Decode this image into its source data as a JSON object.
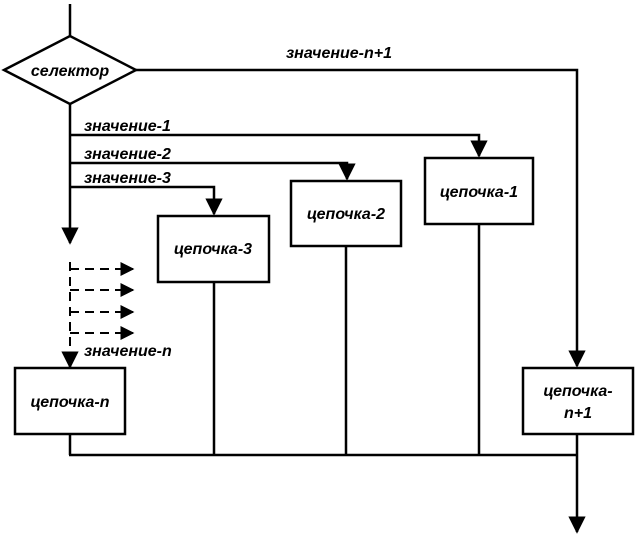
{
  "selector": {
    "label": "селектор"
  },
  "values": {
    "v1": "значение-1",
    "v2": "значение-2",
    "v3": "значение-3",
    "vn": "значение-n",
    "vn1": "значение-n+1"
  },
  "chains": {
    "c1": "цепочка-1",
    "c2": "цепочка-2",
    "c3": "цепочка-3",
    "cn": "цепочка-n",
    "cn1_line1": "цепочка-",
    "cn1_line2": "n+1"
  }
}
